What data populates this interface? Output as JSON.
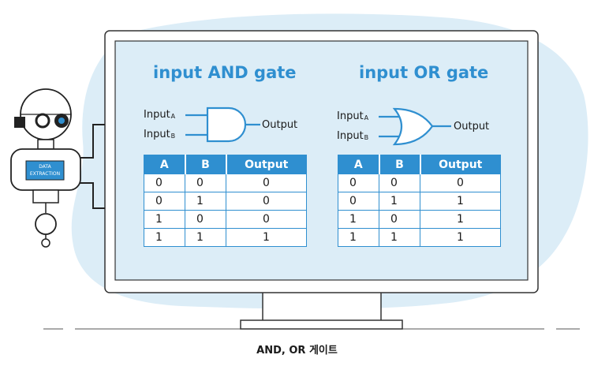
{
  "left_panel": {
    "title": "input AND gate",
    "input_a_label": "Input",
    "input_a_sub": "A",
    "input_b_label": "Input",
    "input_b_sub": "B",
    "output_label": "Output",
    "table": {
      "headers": [
        "A",
        "B",
        "Output"
      ],
      "rows": [
        [
          "0",
          "0",
          "0"
        ],
        [
          "0",
          "1",
          "0"
        ],
        [
          "1",
          "0",
          "0"
        ],
        [
          "1",
          "1",
          "1"
        ]
      ]
    }
  },
  "right_panel": {
    "title": "input OR gate",
    "input_a_label": "Input",
    "input_a_sub": "A",
    "input_b_label": "Input",
    "input_b_sub": "B",
    "output_label": "Output",
    "table": {
      "headers": [
        "A",
        "B",
        "Output"
      ],
      "rows": [
        [
          "0",
          "0",
          "0"
        ],
        [
          "0",
          "1",
          "1"
        ],
        [
          "1",
          "0",
          "1"
        ],
        [
          "1",
          "1",
          "1"
        ]
      ]
    }
  },
  "robot": {
    "badge_line1": "DATA",
    "badge_line2": "EXTRACTION"
  },
  "caption": "AND, OR 게이트",
  "colors": {
    "accent": "#2f8fd0",
    "blob": "#dcedf7",
    "frame": "#333333"
  }
}
